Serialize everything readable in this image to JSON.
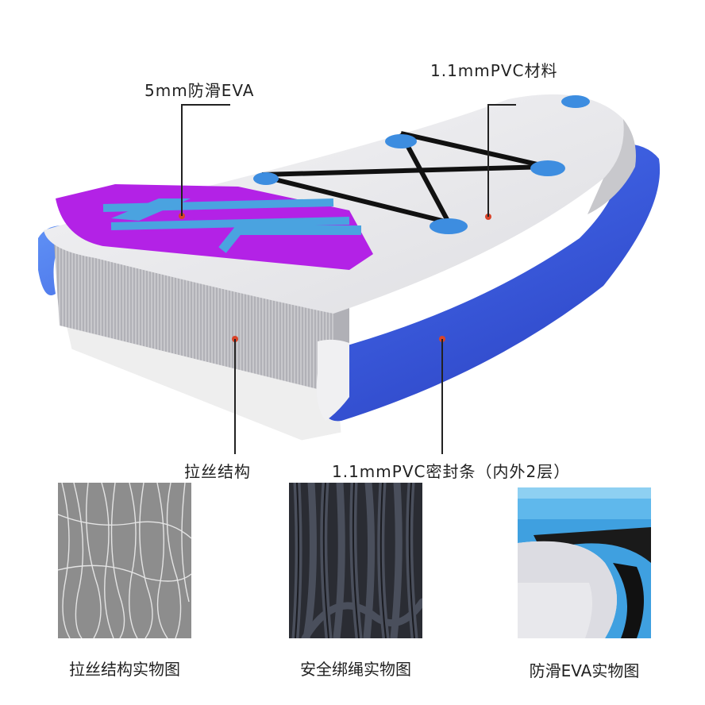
{
  "callouts": {
    "eva_label": "5mm防滑EVA",
    "pvc_material_label": "1.1mmPVC材料",
    "drop_stitch_label": "拉丝结构",
    "pvc_seal_label": "1.1mmPVC密封条（内外2层）"
  },
  "photos": {
    "drop_stitch_caption": "拉丝结构实物图",
    "bungee_caption": "安全绑绳实物图",
    "eva_caption": "防滑EVA实物图"
  },
  "colors": {
    "rail_blue": "#3d6fe0",
    "eva_purple": "#b322e6",
    "eva_blue": "#4aa3e0",
    "deck_grey": "#e8e8ea",
    "marker_red": "#d9442a",
    "leader_line": "#222222"
  }
}
